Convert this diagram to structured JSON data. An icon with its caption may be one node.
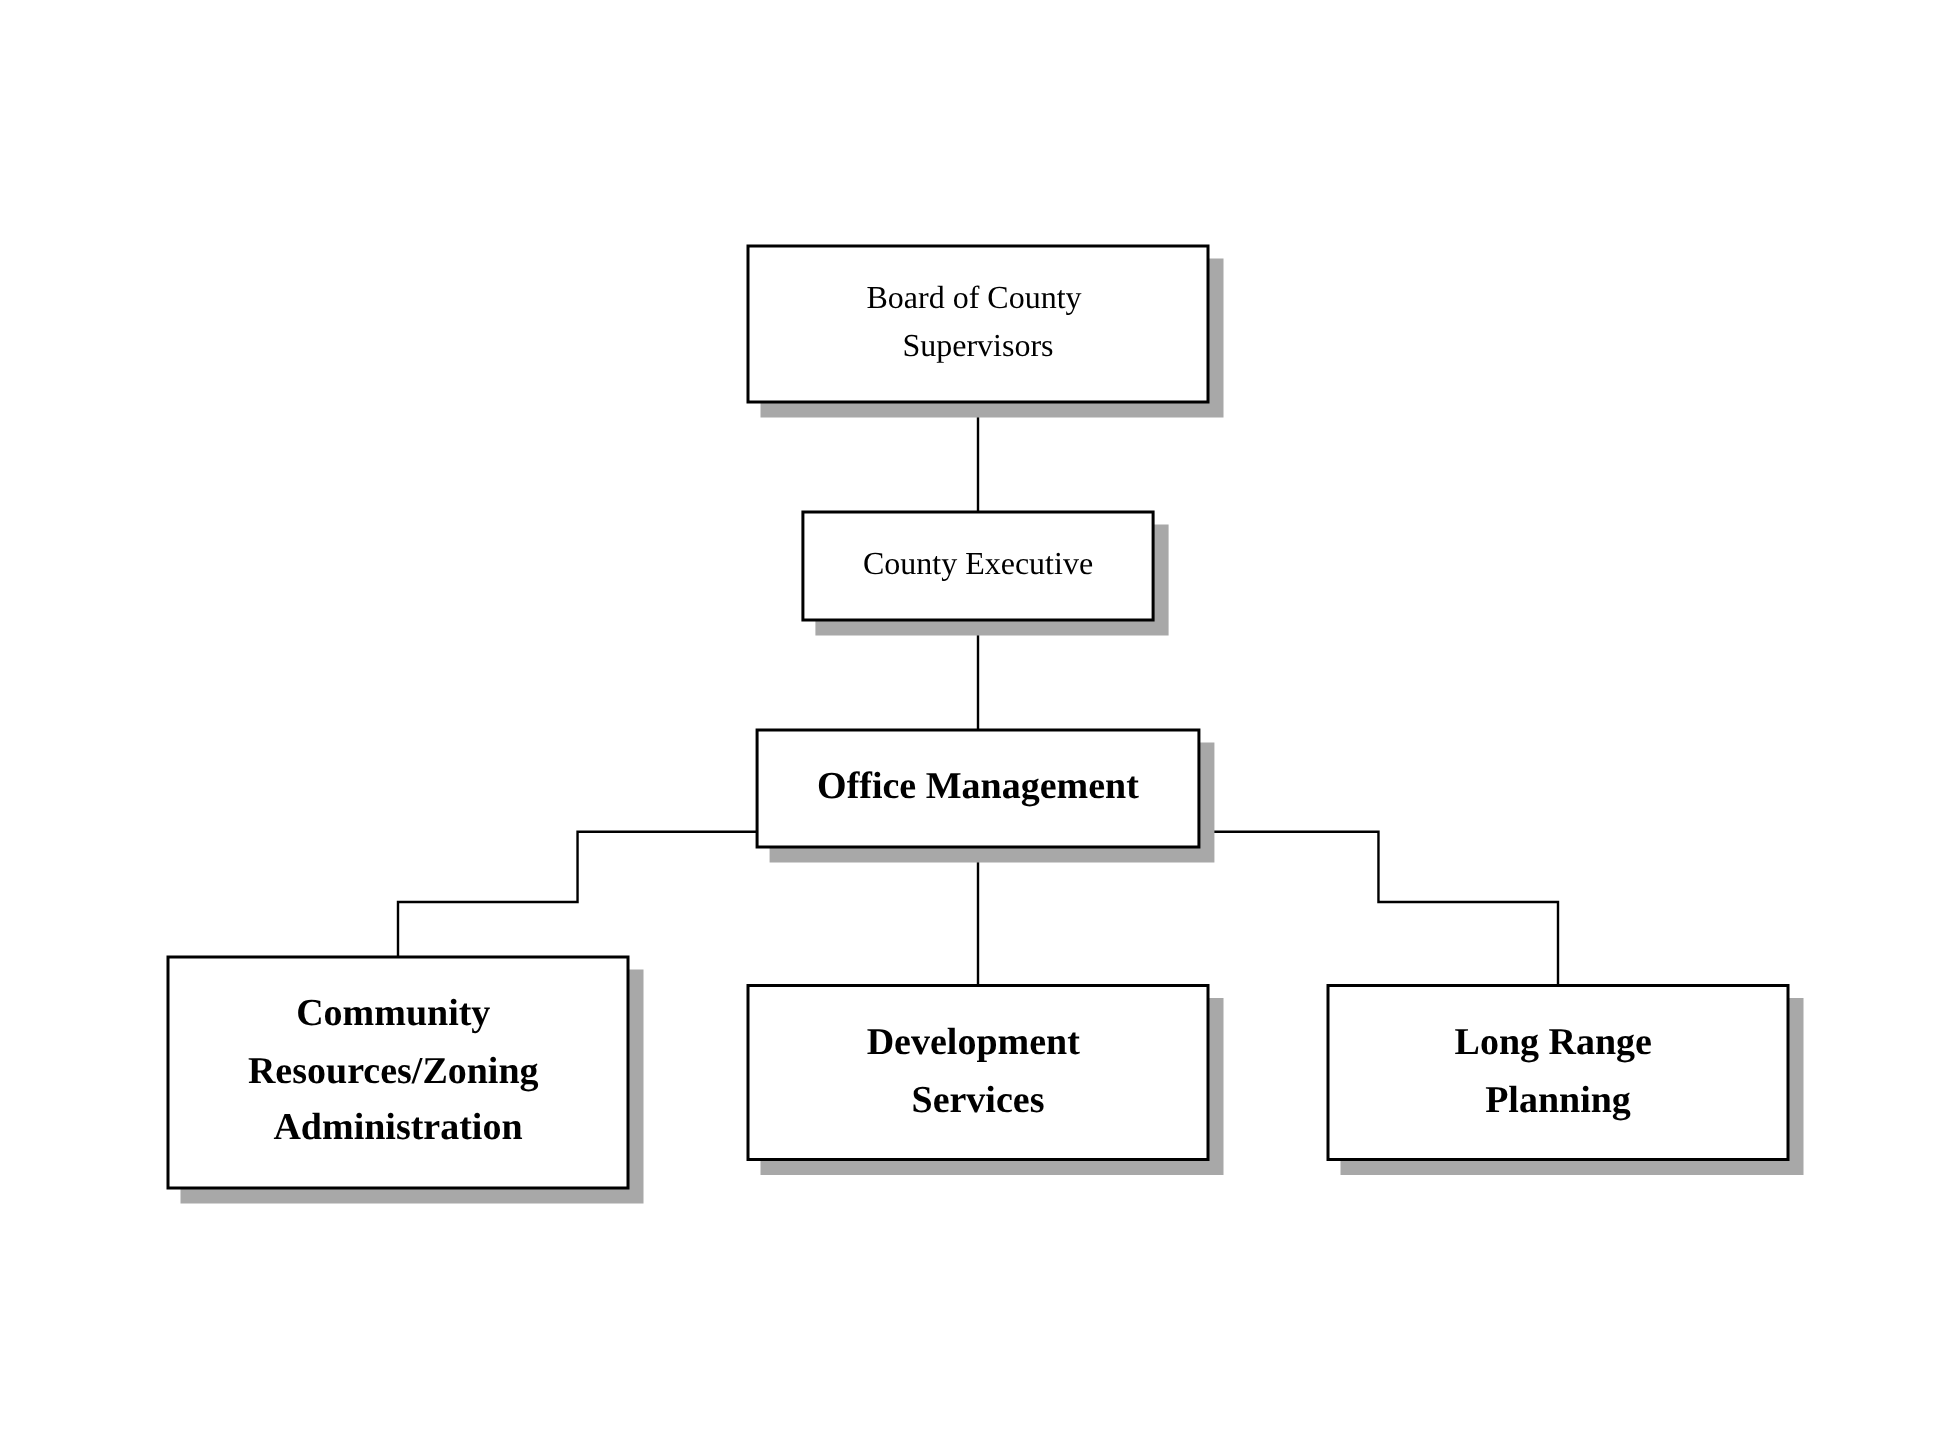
{
  "diagram": {
    "nodes": [
      {
        "text": [
          "Board of County Supervisors"
        ]
      },
      {
        "text": [
          "County Executive"
        ]
      },
      {
        "text": [
          "Office Management"
        ]
      },
      {
        "text": [
          "Community Resources/Zoning Administration"
        ]
      },
      {
        "text": [
          "Development Services"
        ]
      },
      {
        "text": [
          "Long Range Planning"
        ]
      }
    ],
    "edges": [
      {
        "from": 0,
        "to": 1,
        "arrow": "none"
      },
      {
        "from": 1,
        "to": 2,
        "arrow": "none"
      },
      {
        "from": 2,
        "to": 3,
        "arrow": "none"
      },
      {
        "from": 2,
        "to": 4,
        "arrow": "none"
      },
      {
        "from": 2,
        "to": 5,
        "arrow": "none"
      }
    ]
  }
}
